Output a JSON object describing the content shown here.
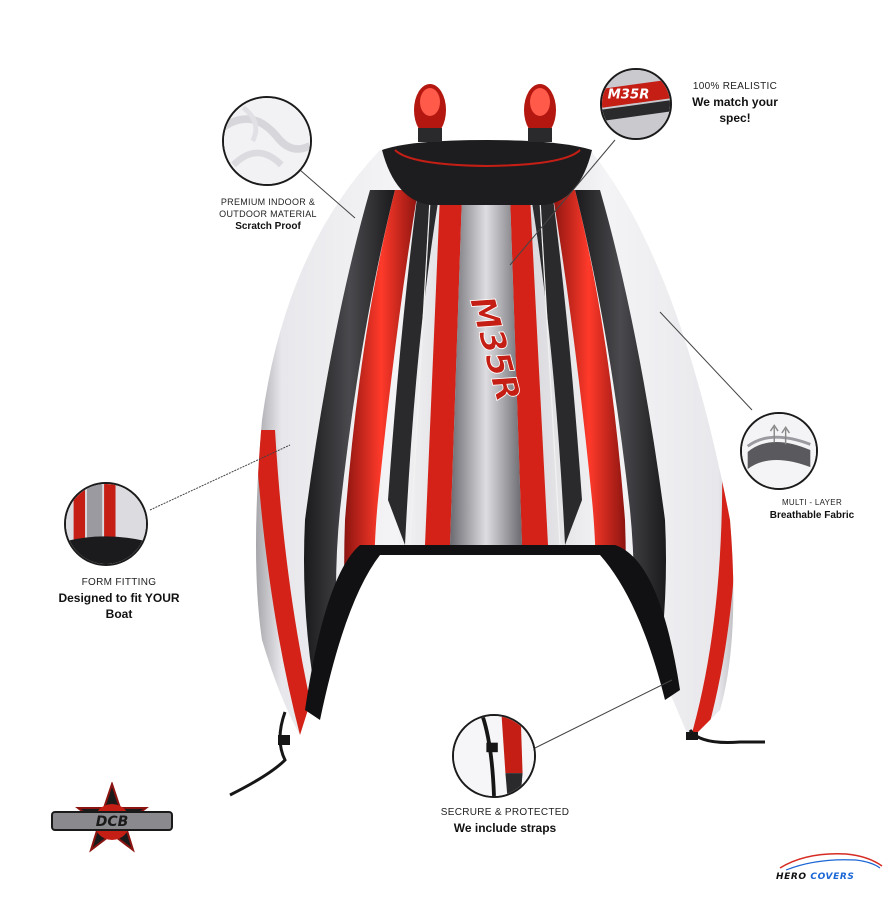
{
  "callouts": {
    "material": {
      "line1": "PREMIUM INDOOR &",
      "line2": "OUTDOOR MATERIAL",
      "bold": "Scratch Proof"
    },
    "realistic": {
      "small": "100% REALISTIC",
      "bold_line1": "We match your",
      "bold_line2": "spec!"
    },
    "layer": {
      "small": "MULTI - LAYER",
      "bold": "Breathable Fabric"
    },
    "fitting": {
      "small": "FORM FITTING",
      "bold_line1": "Designed to fit YOUR",
      "bold_line2": "Boat"
    },
    "straps": {
      "small": "SECRURE & PROTECTED",
      "bold": "We include straps"
    }
  },
  "boat": {
    "hull_text": "M35R",
    "colors": {
      "primary_red": "#e0261c",
      "dark_gray": "#2c2c2e",
      "light_gray": "#e6e6ea",
      "mid_gray": "#a9a9ad"
    }
  },
  "brands": {
    "dcb_logo": "DCB",
    "hero_word1": "HERO",
    "hero_word2": "COVERS"
  },
  "icons": {
    "material_swatch": "fabric-swatch-icon",
    "realistic_swatch": "graphics-closeup-icon",
    "layer_swatch": "multilayer-fabric-icon",
    "fitting_swatch": "hull-closeup-icon",
    "straps_swatch": "strap-closeup-icon"
  }
}
